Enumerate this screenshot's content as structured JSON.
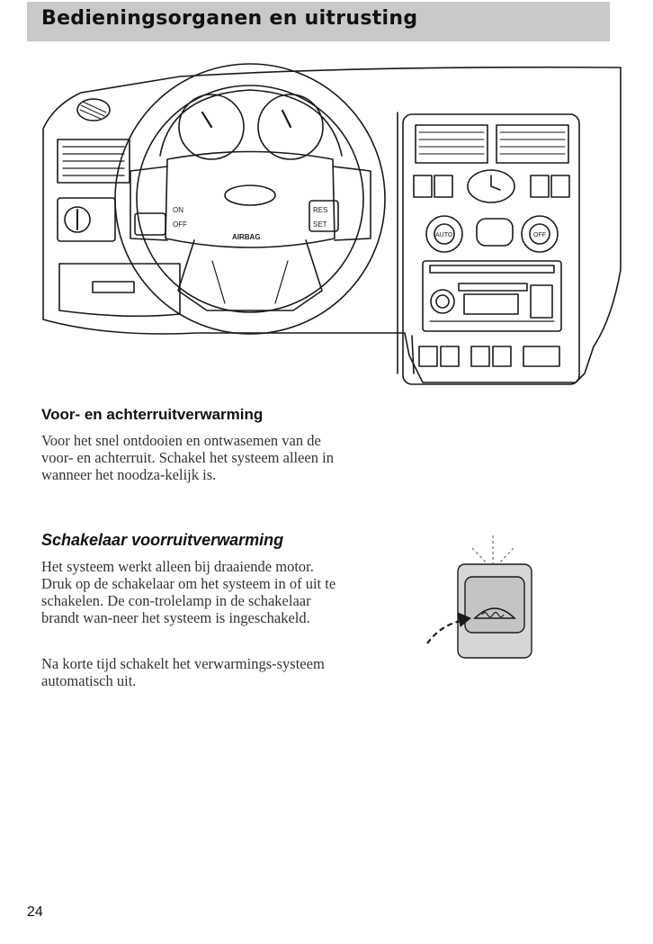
{
  "header": {
    "title": "Bedieningsorganen en uitrusting"
  },
  "illustration": {
    "airbag_label": "AIRBAG",
    "on_label": "ON",
    "off_label": "OFF",
    "res_label": "RES",
    "set_label": "SET",
    "auto_label": "AUTO",
    "off_button_label": "OFF"
  },
  "sections": [
    {
      "heading": "Voor- en achterruitverwarming",
      "paragraphs": [
        "Voor het snel ontdooien en ontwasemen van de voor- en achterruit. Schakel het systeem alleen in wanneer het noodza-kelijk is."
      ]
    },
    {
      "heading": "Schakelaar voorruitverwarming",
      "paragraphs": [
        "Het systeem werkt alleen bij draaiende motor. Druk op de schakelaar om het systeem in of uit te schakelen. De con-trolelamp in de schakelaar brandt wan-neer het systeem is ingeschakeld.",
        "Na korte tijd schakelt het verwarmings-systeem automatisch uit."
      ]
    }
  ],
  "footer": {
    "page_number": "24"
  },
  "colors": {
    "header_bg": "#c9c9c9",
    "switch_fill": "#d6d6d6",
    "line": "#1a1a1a"
  }
}
